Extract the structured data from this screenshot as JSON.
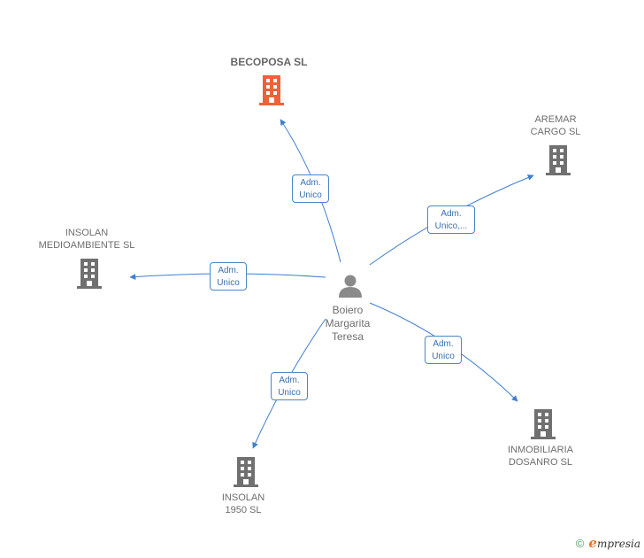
{
  "center": {
    "name_lines": [
      "Boiero",
      "Margarita",
      "Teresa"
    ],
    "icon": "person-icon"
  },
  "nodes": [
    {
      "id": "becoposa",
      "lines": [
        "BECOPOSA SL"
      ],
      "icon": "building-icon",
      "color": "#f0613a",
      "main": true
    },
    {
      "id": "aremar",
      "lines": [
        "AREMAR",
        "CARGO SL"
      ],
      "icon": "building-icon",
      "color": "#707070"
    },
    {
      "id": "insolan-medio",
      "lines": [
        "INSOLAN",
        "MEDIOAMBIENTE SL"
      ],
      "icon": "building-icon",
      "color": "#707070"
    },
    {
      "id": "inmobiliaria",
      "lines": [
        "INMOBILIARIA",
        "DOSANRO SL"
      ],
      "icon": "building-icon",
      "color": "#707070"
    },
    {
      "id": "insolan-1950",
      "lines": [
        "INSOLAN",
        "1950 SL"
      ],
      "icon": "building-icon",
      "color": "#707070"
    }
  ],
  "relations": [
    {
      "to": "becoposa",
      "lines": [
        "Adm.",
        "Unico"
      ]
    },
    {
      "to": "aremar",
      "lines": [
        "Adm.",
        "Unico,..."
      ]
    },
    {
      "to": "insolan-medio",
      "lines": [
        "Adm.",
        "Unico"
      ]
    },
    {
      "to": "inmobiliaria",
      "lines": [
        "Adm.",
        "Unico"
      ]
    },
    {
      "to": "insolan-1950",
      "lines": [
        "Adm.",
        "Unico"
      ]
    }
  ],
  "colors": {
    "edge": "#3f7fcf",
    "rel_border": "#4a86c8",
    "person": "#8a8a8a"
  },
  "footer": {
    "copyright": "©",
    "brand_initial": "e",
    "brand_rest": "mpresia"
  }
}
